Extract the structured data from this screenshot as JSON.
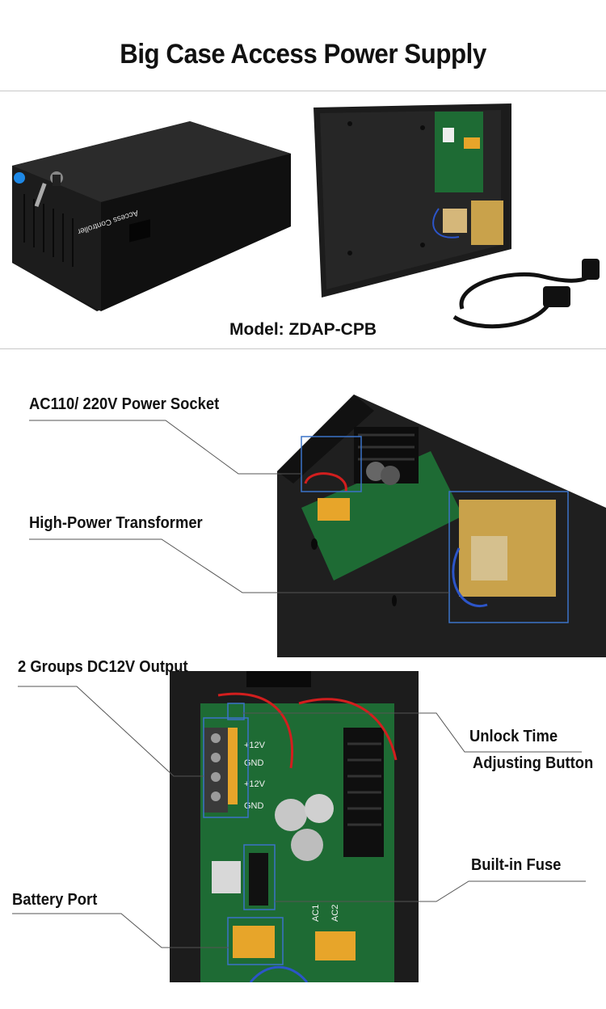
{
  "page": {
    "title": "Big Case Access Power Supply",
    "model": "Model: ZDAP-CPB"
  },
  "product": {
    "lid_label": "Access Controller"
  },
  "callouts": {
    "power_socket": "AC110/ 220V Power Socket",
    "transformer": "High-Power Transformer",
    "dc_output": "2 Groups DC12V Output",
    "unlock_time_line1": "Unlock Time",
    "unlock_time_line2": "Adjusting Button",
    "fuse": "Built-in Fuse",
    "battery": "Battery Port"
  },
  "board": {
    "terminal_labels": [
      "+12V",
      "GND",
      "+12V",
      "GND"
    ],
    "bottom_labels": [
      "AC1",
      "AC2"
    ]
  },
  "colors": {
    "case": "#1f1f1f",
    "pcb": "#1e6b34",
    "callout_box": "#3b73c8",
    "terminal": "#e7a52a",
    "wire_red": "#d21e1e",
    "wire_blue": "#2c55c9"
  }
}
